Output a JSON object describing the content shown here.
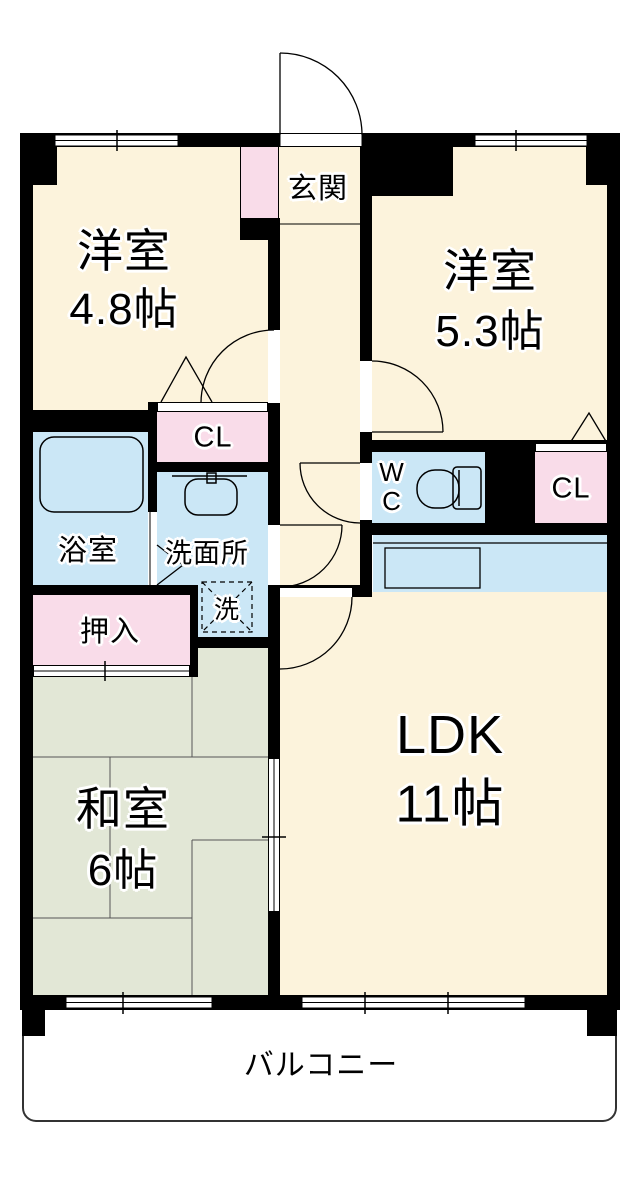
{
  "floorplan": {
    "rooms": {
      "western_room_1": {
        "label": "洋室",
        "size": "4.8帖"
      },
      "western_room_2": {
        "label": "洋室",
        "size": "5.3帖"
      },
      "japanese_room": {
        "label": "和室",
        "size": "6帖"
      },
      "ldk": {
        "label": "LDK",
        "size": "11帖"
      },
      "entrance": {
        "label": "玄関"
      },
      "bathroom": {
        "label": "浴室"
      },
      "washroom": {
        "label": "洗面所"
      },
      "washing_machine": {
        "label": "洗"
      },
      "oshiire": {
        "label": "押入"
      },
      "closet_center": {
        "label": "CL"
      },
      "closet_right": {
        "label": "CL"
      },
      "wc": {
        "line1": "W",
        "line2": "C"
      },
      "balcony": {
        "label": "バルコニー"
      }
    },
    "colors": {
      "room_cream": "#FCF3DC",
      "tatami_green": "#E2E7D6",
      "wet_area_blue": "#CBE7F6",
      "closet_pink": "#F9DCE9",
      "wall_black": "#000000"
    }
  }
}
